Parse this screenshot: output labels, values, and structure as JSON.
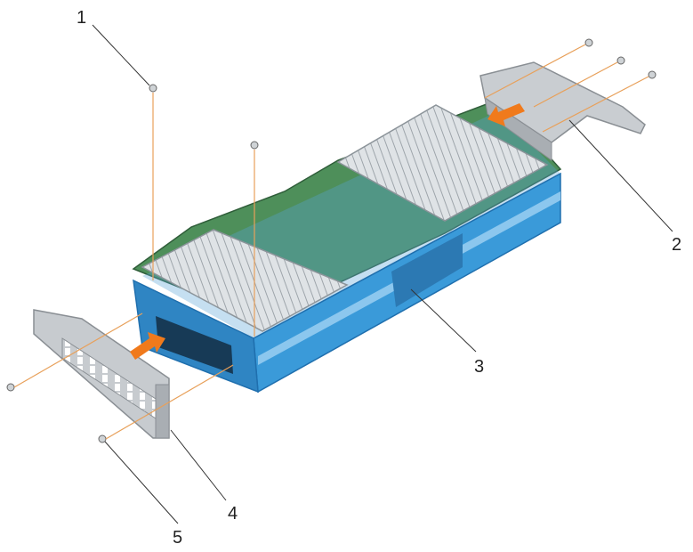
{
  "callouts": [
    {
      "id": "1",
      "label": "1"
    },
    {
      "id": "2",
      "label": "2"
    },
    {
      "id": "3",
      "label": "3"
    },
    {
      "id": "4",
      "label": "4"
    },
    {
      "id": "5",
      "label": "5"
    }
  ],
  "colors": {
    "card_blue": "#3a9ad9",
    "card_blue_dark": "#1f6fae",
    "pcb_green": "#4e8f5a",
    "heatsink_gray": "#d9dde0",
    "bracket_gray": "#c9cdd1",
    "arrow_orange": "#f07a1c",
    "guide_orange": "#e8a05a"
  }
}
